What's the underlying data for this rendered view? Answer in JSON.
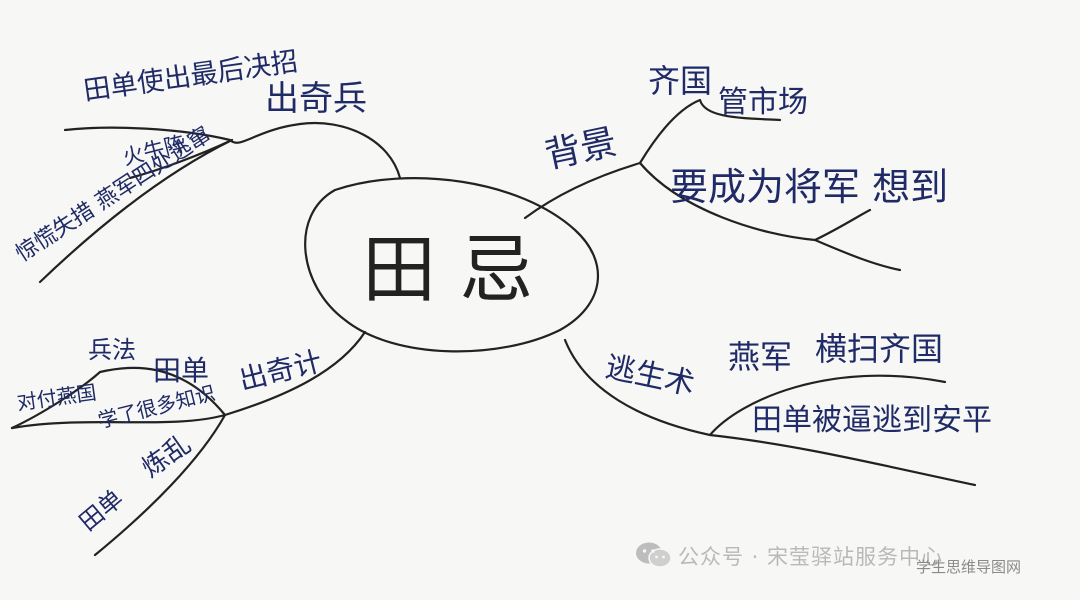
{
  "center": {
    "label": "田 忌"
  },
  "branches": {
    "top_left": {
      "title": "出奇兵",
      "sub1": "田单使出最后决招",
      "sub2": "火牛阵",
      "sub3": "惊慌失措 燕军四处逃窜"
    },
    "top_right": {
      "title": "背景",
      "sub1": "齐国",
      "sub2": "管市场",
      "sub3": "要成为将军 想到"
    },
    "bottom_left": {
      "title": "出奇计",
      "sub1": "兵法",
      "sub2": "田单",
      "sub3": "对付燕国",
      "sub4": "学了很多知识",
      "sub5": "田单",
      "sub6": "炼乱"
    },
    "bottom_right": {
      "title": "逃生术",
      "sub1": "燕军",
      "sub2": "横扫齐国",
      "sub3": "田单被逼逃到安平"
    }
  },
  "watermark": {
    "text": "公众号 · 宋莹驿站服务中心",
    "sub": "学生思维导图网",
    "icon": "wechat-icon"
  }
}
